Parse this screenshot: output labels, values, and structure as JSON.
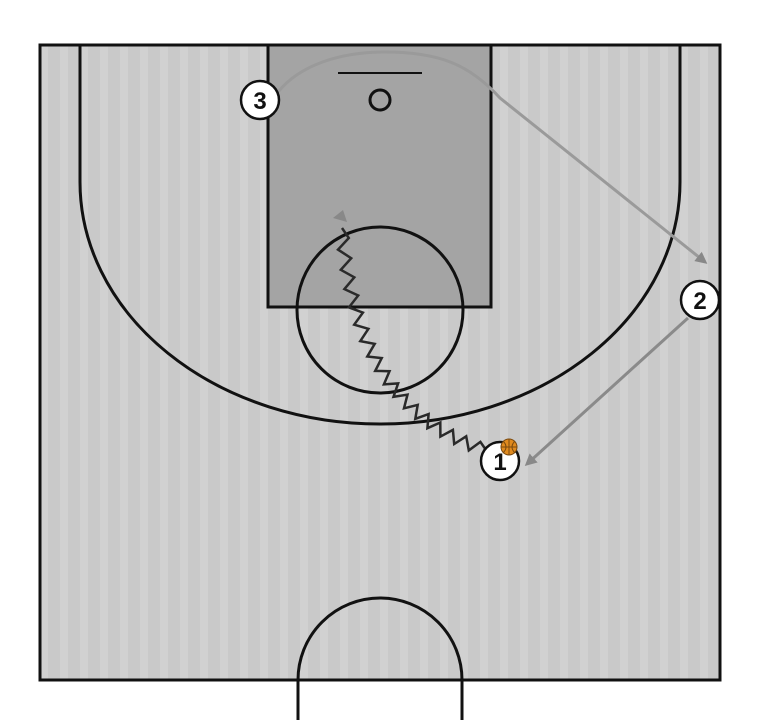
{
  "colors": {
    "background": "#ffffff",
    "court_floor": "#c9c9c9",
    "court_stripe": "#d6d6d6",
    "paint": "#a4a4a4",
    "lines": "#111111",
    "pass_path": "#8a8a8a",
    "cut_path": "#9a9a9a",
    "dribble_path": "#2a2a2a",
    "arrow_head": "#888888",
    "player_fill": "#ffffff",
    "ball": "#e08a1e"
  },
  "players": [
    {
      "id": "p1",
      "label": "1",
      "has_ball": true
    },
    {
      "id": "p2",
      "label": "2",
      "has_ball": false
    },
    {
      "id": "p3",
      "label": "3",
      "has_ball": false
    }
  ],
  "icons": {
    "ball": "basketball-icon",
    "hoop": "hoop-icon"
  },
  "actions": [
    {
      "id": "dribble",
      "player": "1",
      "type": "dribble"
    },
    {
      "id": "pass",
      "from": "2",
      "to": "1",
      "type": "pass"
    },
    {
      "id": "cut",
      "player": "3",
      "type": "cut"
    }
  ]
}
